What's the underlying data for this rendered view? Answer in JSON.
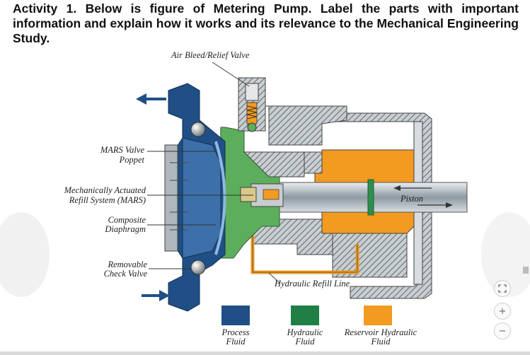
{
  "activity": {
    "text": "Activity 1. Below is figure of Metering Pump. Label the parts with important information and explain how it works and its relevance to the Mechanical Engineering Study."
  },
  "labels": {
    "air_bleed": "Air Bleed/Relief Valve",
    "mars_poppet_1": "MARS Valve",
    "mars_poppet_2": "Poppet",
    "mars_system_1": "Mechanically Actuated",
    "mars_system_2": "Refill System (MARS)",
    "diaphragm_1": "Composite",
    "diaphragm_2": "Diaphragm",
    "check_valve_1": "Removable",
    "check_valve_2": "Check Valve",
    "refill_line": "Hydraulic Refill Line",
    "piston": "Piston"
  },
  "legend": [
    {
      "line1": "Process",
      "line2": "Fluid",
      "color": "#1f4f86"
    },
    {
      "line1": "Hydraulic",
      "line2": "Fluid",
      "color": "#1f7f45"
    },
    {
      "line1": "Reservoir Hydraulic",
      "line2": "Fluid",
      "color": "#f39a21"
    }
  ],
  "colors": {
    "process": "#1f4f86",
    "hydraulic": "#5cae5c",
    "reservoir": "#f39a21",
    "casing": "#9aa3a8",
    "hatch": "#6d767b"
  },
  "viewer_controls": {
    "fit_icon": "fit-screen-icon",
    "zoom_in": "+",
    "zoom_out": "−"
  }
}
